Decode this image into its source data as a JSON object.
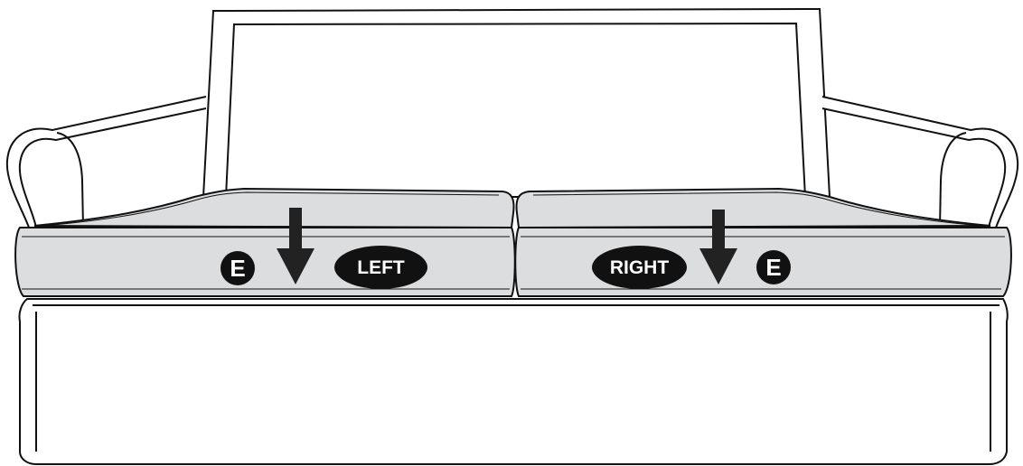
{
  "diagram": {
    "colors": {
      "outline": "#111111",
      "cushion_fill": "#dcdddf",
      "badge_fill": "#111111",
      "badge_text": "#ffffff",
      "arrow": "#222222"
    },
    "cushions": [
      {
        "side": "left",
        "part_label": "E",
        "position_label": "LEFT",
        "arrow": "down"
      },
      {
        "side": "right",
        "part_label": "E",
        "position_label": "RIGHT",
        "arrow": "down"
      }
    ]
  }
}
